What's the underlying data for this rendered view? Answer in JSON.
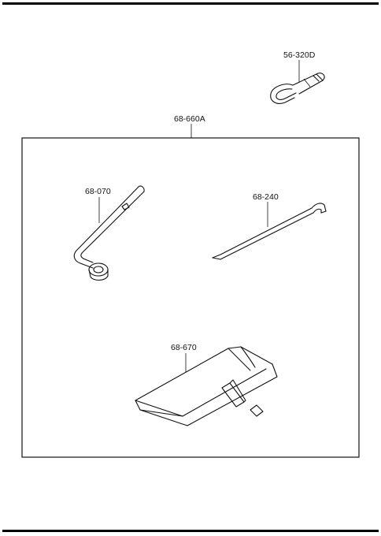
{
  "parts": [
    {
      "id": "hook",
      "label": "56-320D"
    },
    {
      "id": "kit",
      "label": "68-660A"
    },
    {
      "id": "wrench",
      "label": "68-070"
    },
    {
      "id": "bar",
      "label": "68-240"
    },
    {
      "id": "bag",
      "label": "68-670"
    }
  ]
}
